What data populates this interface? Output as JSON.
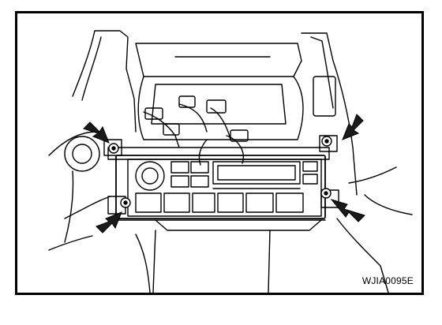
{
  "figure": {
    "code": "WJIA0095E"
  },
  "colors": {
    "line": "#000000",
    "background": "#ffffff",
    "arrow": "#1a1a1a"
  },
  "screws": [
    {
      "id": "upper-left"
    },
    {
      "id": "upper-right"
    },
    {
      "id": "lower-left"
    },
    {
      "id": "lower-right"
    }
  ]
}
